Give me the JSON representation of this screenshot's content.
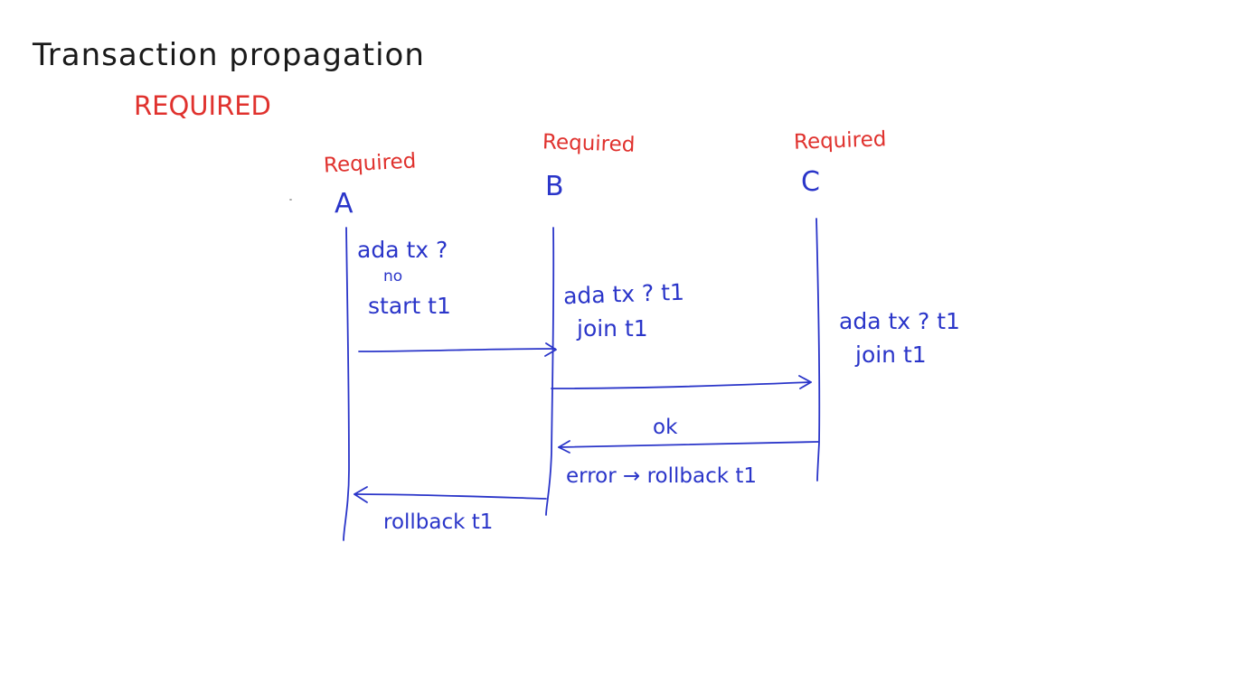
{
  "title": "Transaction propagation",
  "subtitle": "REQUIRED",
  "participants": [
    {
      "role": "Required",
      "name": "A"
    },
    {
      "role": "Required",
      "name": "B"
    },
    {
      "role": "Required",
      "name": "C"
    }
  ],
  "notes": {
    "a": [
      "ada tx ?",
      "no",
      "start t1"
    ],
    "b": [
      "ada tx ? t1",
      "join t1"
    ],
    "c": [
      "ada tx ? t1",
      "join t1"
    ]
  },
  "messages": {
    "b_to_c_return": "ok",
    "b_error": "error → rollback t1",
    "a_rollback": "rollback t1"
  },
  "colors": {
    "ink_title": "#1a1a1a",
    "ink_red": "#e0322e",
    "ink_blue": "#2a35c9"
  }
}
